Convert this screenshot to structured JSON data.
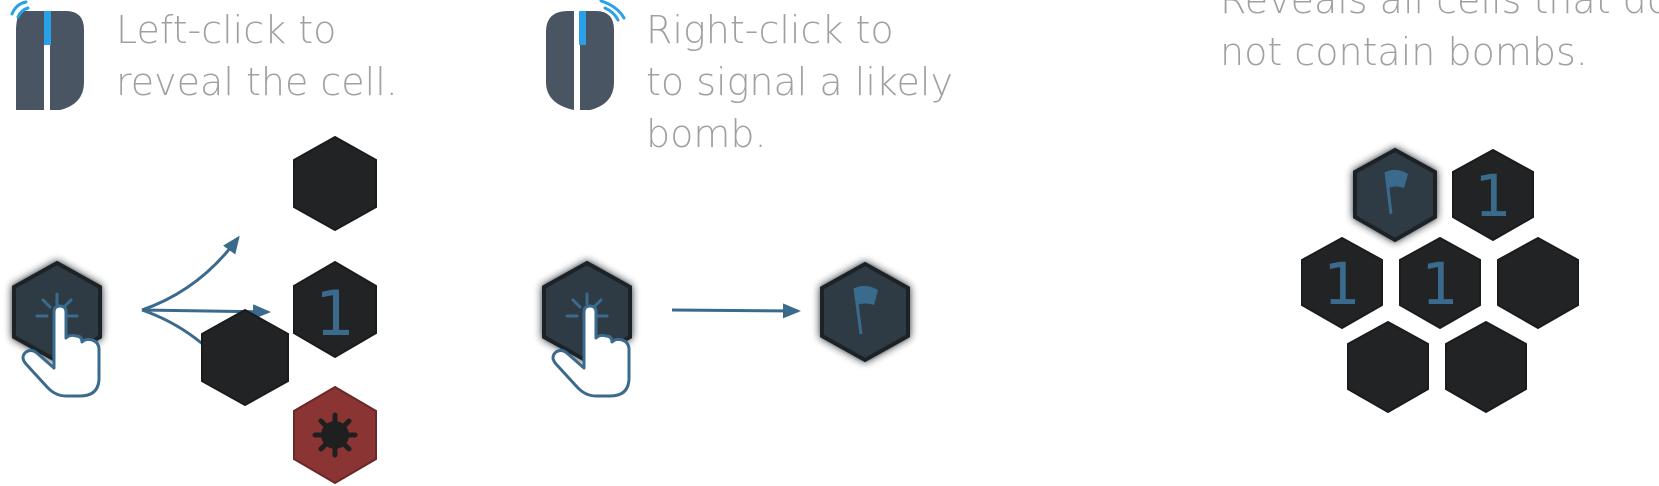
{
  "panels": {
    "left_click": {
      "caption_lines": [
        "Left-click to",
        "reveal the cell."
      ],
      "result_number": "1"
    },
    "right_click": {
      "caption_lines": [
        "Right-click to",
        "to signal a likely",
        "bomb."
      ]
    },
    "reveal_all": {
      "caption_lines": [
        "Reveals all cells that do",
        "not contain bombs."
      ],
      "cluster_numbers": [
        "1",
        "1",
        "1"
      ]
    }
  },
  "colors": {
    "caption_text": "#a0a0a0",
    "hex_dark": "#222325",
    "hex_highlight": "#2f3a45",
    "accent_blue": "#3a6b8c",
    "mouse_body": "#4a5563",
    "mouse_button": "#2aa0e8",
    "bomb_cell": "#8a3434",
    "bomb_icon": "#1f1f1f"
  },
  "icons": [
    "mouse-left-button-icon",
    "mouse-right-button-icon",
    "pointer-hand-icon",
    "flag-icon",
    "bomb-icon",
    "arrow-icon"
  ]
}
